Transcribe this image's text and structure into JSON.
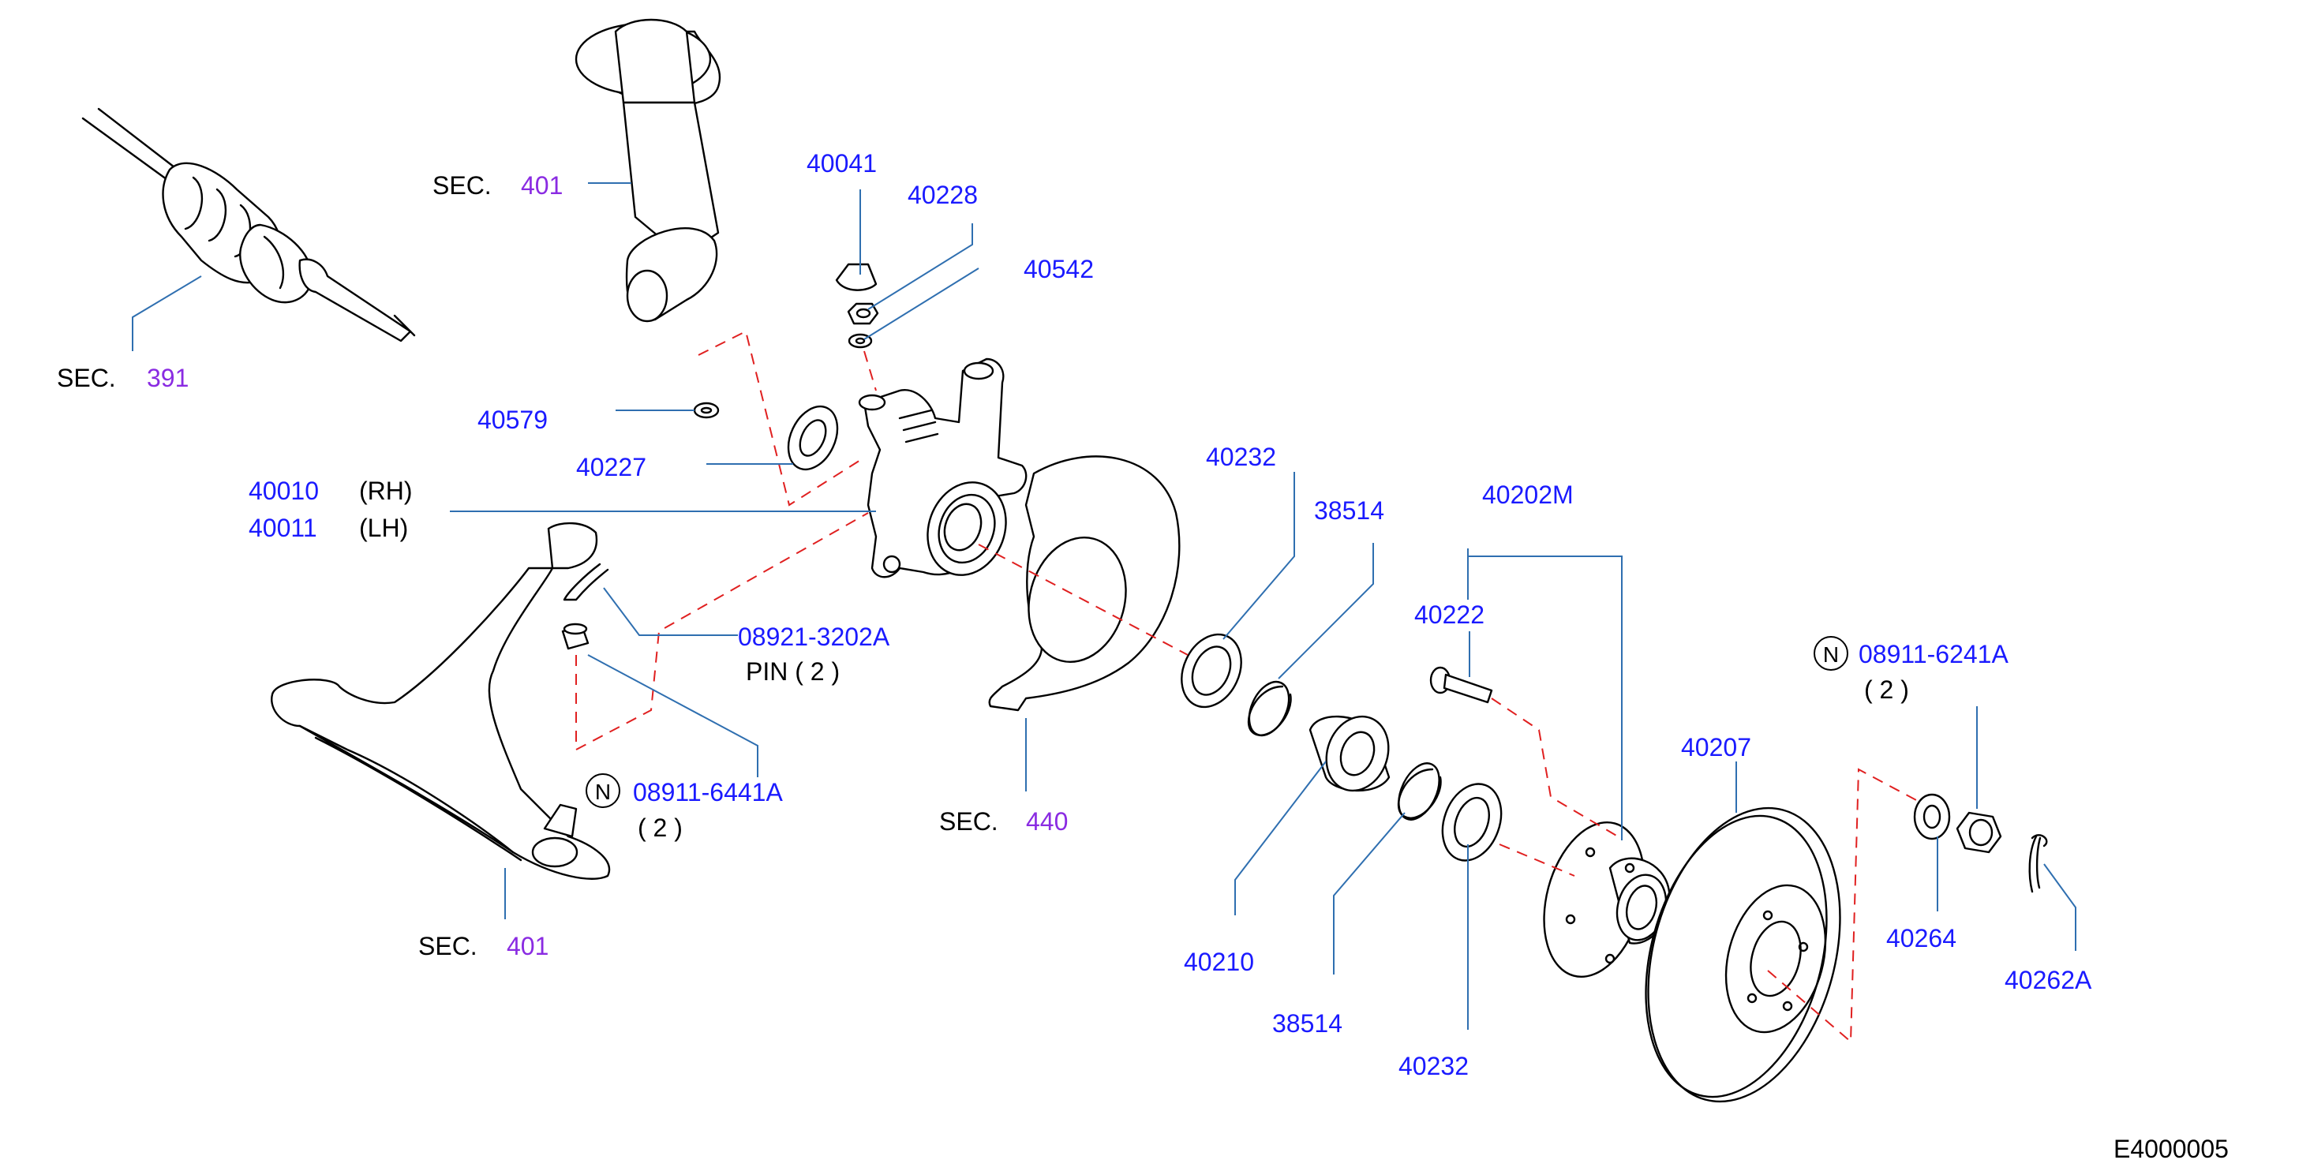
{
  "diagram_id": "E4000005",
  "sections": {
    "sec401_strut": {
      "prefix": "SEC.",
      "num": "401"
    },
    "sec391": {
      "prefix": "SEC.",
      "num": "391"
    },
    "sec440": {
      "prefix": "SEC.",
      "num": "440"
    },
    "sec401_arm": {
      "prefix": "SEC.",
      "num": "401"
    }
  },
  "parts": {
    "p40041": "40041",
    "p40228": "40228",
    "p40542": "40542",
    "p40579": "40579",
    "p40227": "40227",
    "p40010": "40010",
    "p40010_side": "(RH)",
    "p40011": "40011",
    "p40011_side": "(LH)",
    "p08921": "08921-3202A",
    "p08921_note": "PIN ( 2 )",
    "p08911_6441": "08911-6441A",
    "p08911_6441_qty": "( 2 )",
    "p40232_top": "40232",
    "p38514_top": "38514",
    "p40202M": "40202M",
    "p40222": "40222",
    "p08911_6241": "08911-6241A",
    "p08911_6241_qty": "( 2 )",
    "p40207": "40207",
    "p40264": "40264",
    "p40262A": "40262A",
    "p40210": "40210",
    "p38514_bot": "38514",
    "p40232_bot": "40232"
  },
  "badges": {
    "n1": "N",
    "n2": "N"
  },
  "colors": {
    "part_number": "#1a1aff",
    "section_number": "#8a2be2",
    "leader": "#2f6fb0",
    "dashed_guide": "#e02020"
  }
}
